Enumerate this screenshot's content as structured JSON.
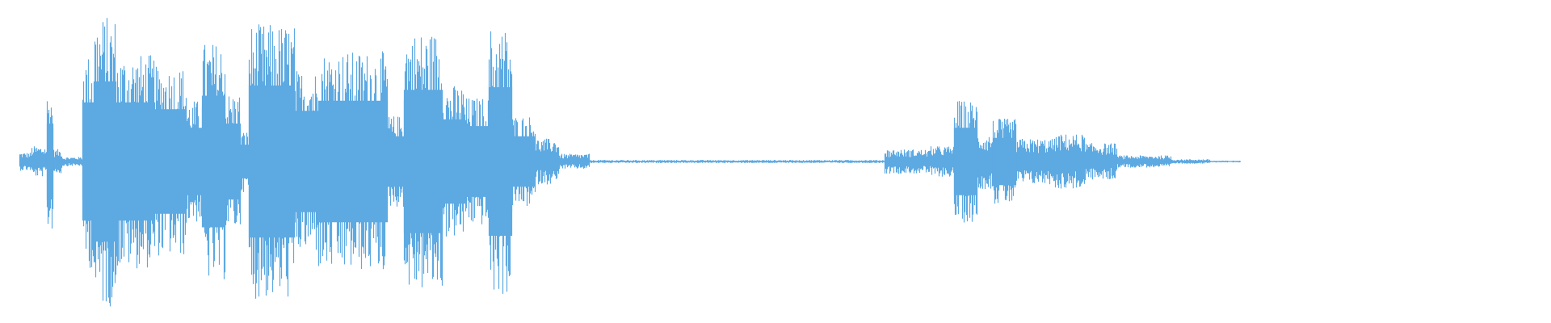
{
  "waveform": {
    "color": "#5DA9E2",
    "background": "#FFFFFF",
    "segments": [
      {
        "from": 0.0,
        "to": 0.012,
        "amp": 0.0
      },
      {
        "from": 0.012,
        "to": 0.02,
        "amp": 0.06
      },
      {
        "from": 0.02,
        "to": 0.03,
        "amp": 0.1
      },
      {
        "from": 0.03,
        "to": 0.034,
        "amp": 0.45
      },
      {
        "from": 0.034,
        "to": 0.04,
        "amp": 0.08
      },
      {
        "from": 0.04,
        "to": 0.053,
        "amp": 0.03
      },
      {
        "from": 0.053,
        "to": 0.06,
        "amp": 0.7
      },
      {
        "from": 0.06,
        "to": 0.075,
        "amp": 0.95
      },
      {
        "from": 0.075,
        "to": 0.1,
        "amp": 0.7
      },
      {
        "from": 0.1,
        "to": 0.12,
        "amp": 0.62
      },
      {
        "from": 0.12,
        "to": 0.13,
        "amp": 0.4
      },
      {
        "from": 0.13,
        "to": 0.145,
        "amp": 0.78
      },
      {
        "from": 0.145,
        "to": 0.155,
        "amp": 0.45
      },
      {
        "from": 0.155,
        "to": 0.16,
        "amp": 0.2
      },
      {
        "from": 0.16,
        "to": 0.19,
        "amp": 0.9
      },
      {
        "from": 0.19,
        "to": 0.205,
        "amp": 0.6
      },
      {
        "from": 0.205,
        "to": 0.25,
        "amp": 0.72
      },
      {
        "from": 0.25,
        "to": 0.26,
        "amp": 0.3
      },
      {
        "from": 0.26,
        "to": 0.285,
        "amp": 0.85
      },
      {
        "from": 0.285,
        "to": 0.3,
        "amp": 0.5
      },
      {
        "from": 0.3,
        "to": 0.315,
        "amp": 0.42
      },
      {
        "from": 0.315,
        "to": 0.33,
        "amp": 0.88
      },
      {
        "from": 0.33,
        "to": 0.345,
        "amp": 0.3
      },
      {
        "from": 0.345,
        "to": 0.36,
        "amp": 0.15
      },
      {
        "from": 0.36,
        "to": 0.38,
        "amp": 0.05
      },
      {
        "from": 0.38,
        "to": 0.57,
        "amp": 0.01
      },
      {
        "from": 0.57,
        "to": 0.6,
        "amp": 0.08
      },
      {
        "from": 0.6,
        "to": 0.615,
        "amp": 0.1
      },
      {
        "from": 0.615,
        "to": 0.63,
        "amp": 0.4
      },
      {
        "from": 0.63,
        "to": 0.64,
        "amp": 0.18
      },
      {
        "from": 0.64,
        "to": 0.655,
        "amp": 0.28
      },
      {
        "from": 0.655,
        "to": 0.68,
        "amp": 0.15
      },
      {
        "from": 0.68,
        "to": 0.7,
        "amp": 0.18
      },
      {
        "from": 0.7,
        "to": 0.72,
        "amp": 0.12
      },
      {
        "from": 0.72,
        "to": 0.745,
        "amp": 0.04
      },
      {
        "from": 0.745,
        "to": 0.755,
        "amp": 0.04
      },
      {
        "from": 0.755,
        "to": 0.78,
        "amp": 0.015
      },
      {
        "from": 0.78,
        "to": 0.8,
        "amp": 0.006
      },
      {
        "from": 0.8,
        "to": 1.0,
        "amp": 0.0
      }
    ]
  }
}
